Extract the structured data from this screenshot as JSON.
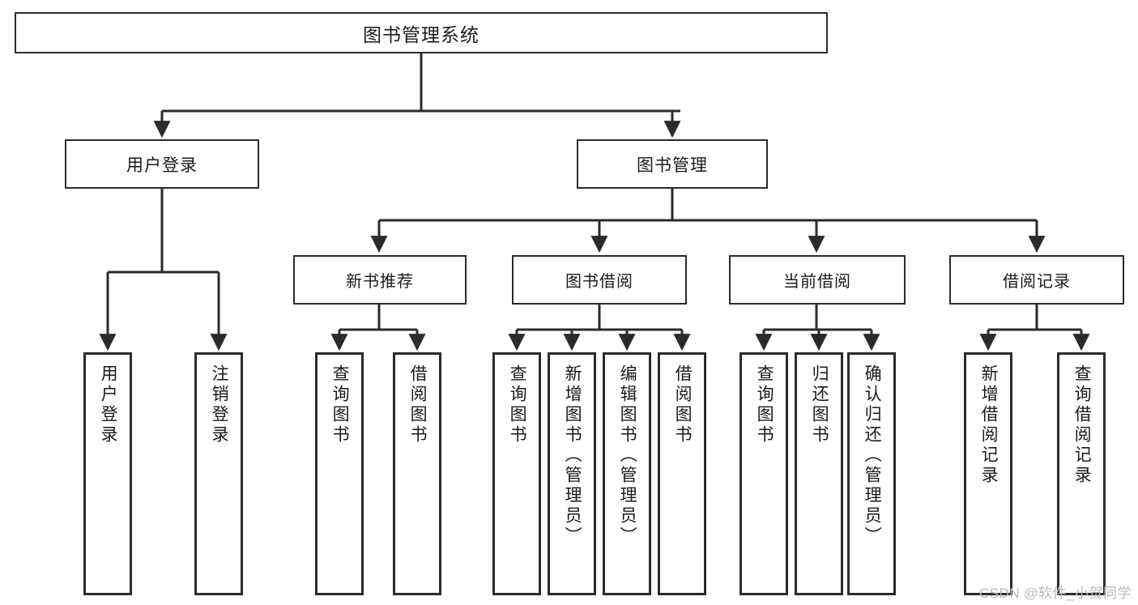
{
  "diagram": {
    "title": "图书管理系统",
    "watermark": "CSDN @软件_小贺同学",
    "root": {
      "label": "图书管理系统"
    },
    "level2": [
      {
        "id": "user-login",
        "label": "用户登录"
      },
      {
        "id": "book-management",
        "label": "图书管理"
      }
    ],
    "level3": [
      {
        "id": "new-book-recommend",
        "label": "新书推荐"
      },
      {
        "id": "book-borrow",
        "label": "图书借阅"
      },
      {
        "id": "current-borrow",
        "label": "当前借阅"
      },
      {
        "id": "borrow-record",
        "label": "借阅记录"
      }
    ],
    "leaves": {
      "user_login": [
        {
          "id": "user-login-leaf",
          "label": "用户登录"
        },
        {
          "id": "logout-leaf",
          "label": "注销登录"
        }
      ],
      "new_book_recommend": [
        {
          "id": "query-book-1",
          "label": "查询图书"
        },
        {
          "id": "borrow-book-1",
          "label": "借阅图书"
        }
      ],
      "book_borrow": [
        {
          "id": "query-book-2",
          "label": "查询图书"
        },
        {
          "id": "add-book-admin",
          "label": "新增图书（管理员）"
        },
        {
          "id": "edit-book-admin",
          "label": "编辑图书（管理员）"
        },
        {
          "id": "borrow-book-2",
          "label": "借阅图书"
        }
      ],
      "current_borrow": [
        {
          "id": "query-book-3",
          "label": "查询图书"
        },
        {
          "id": "return-book",
          "label": "归还图书"
        },
        {
          "id": "confirm-return-admin",
          "label": "确认归还（管理员）"
        }
      ],
      "borrow_record": [
        {
          "id": "add-borrow-record",
          "label": "新增借阅记录"
        },
        {
          "id": "query-borrow-record",
          "label": "查询借阅记录"
        }
      ]
    },
    "colors": {
      "stroke": "#2b2b2b",
      "background": "#ffffff",
      "text": "#1a1a1a",
      "watermark": "#b9b9b9"
    }
  }
}
